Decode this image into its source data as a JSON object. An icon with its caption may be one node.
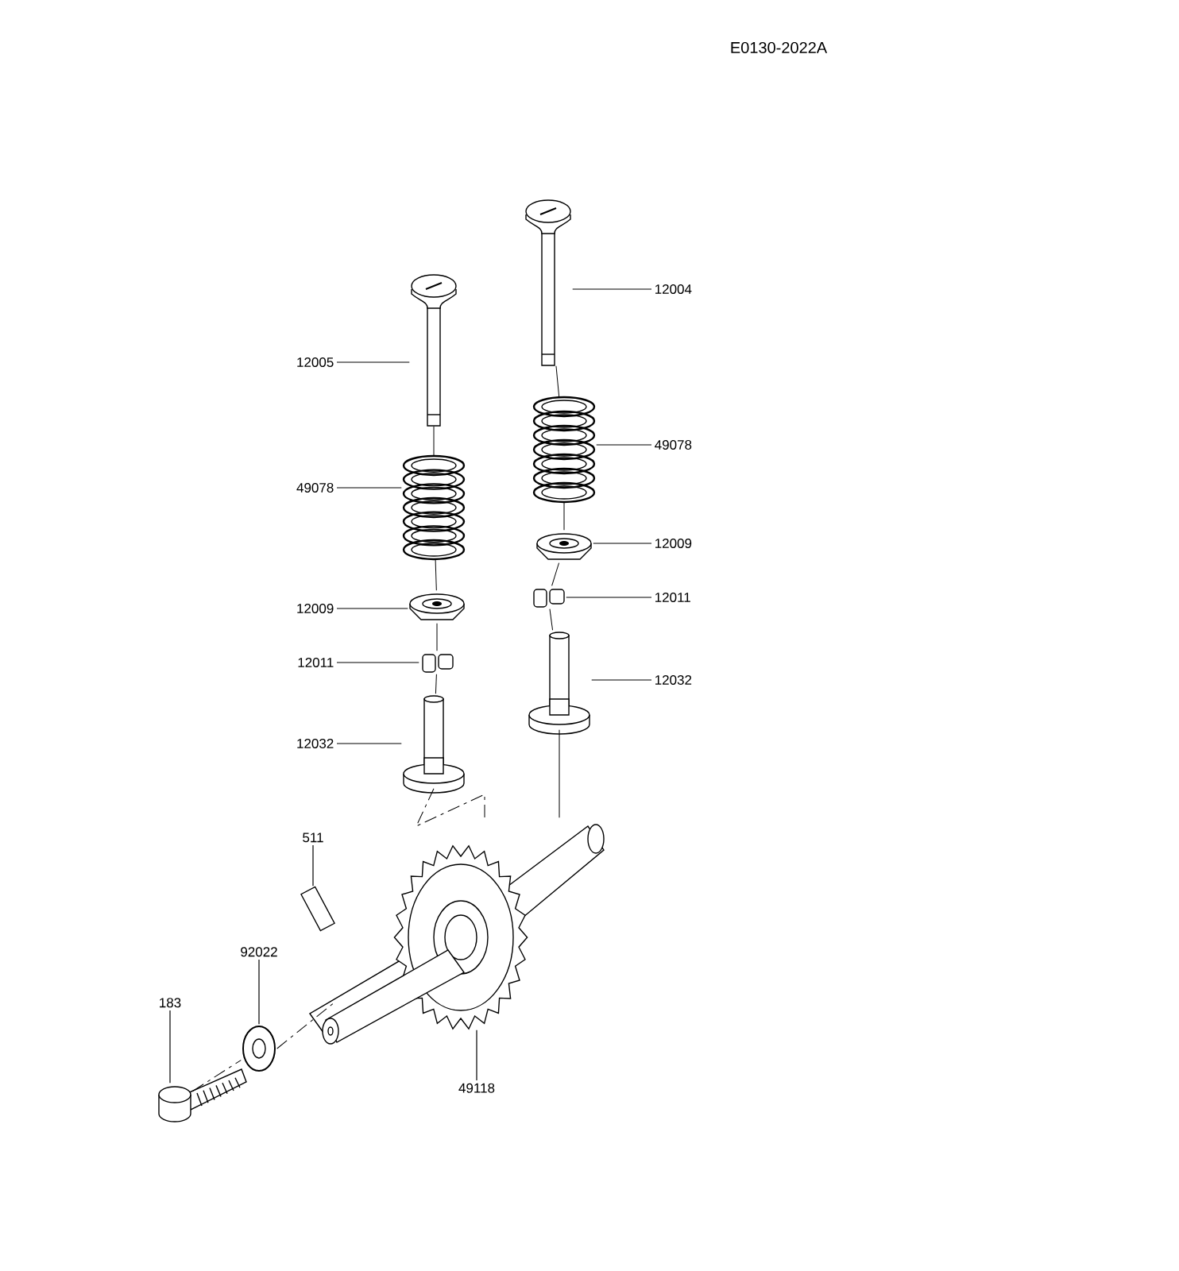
{
  "diagram": {
    "nodes": [
      {
        "text": [
          "12004"
        ]
      },
      {
        "text": [],
        "shape": "picture"
      },
      {
        "text": [
          "12005"
        ]
      },
      {
        "text": [],
        "shape": "picture"
      },
      {
        "text": [
          "49078"
        ]
      },
      {
        "text": [],
        "shape": "picture"
      },
      {
        "text": [
          "49078"
        ]
      },
      {
        "text": [],
        "shape": "picture"
      },
      {
        "text": [
          "12009"
        ]
      },
      {
        "text": [],
        "shape": "picture"
      },
      {
        "text": [
          "12011"
        ]
      },
      {
        "text": [],
        "shape": "picture"
      },
      {
        "text": [
          "12009"
        ]
      },
      {
        "text": [],
        "shape": "picture"
      },
      {
        "text": [
          "12011"
        ]
      },
      {
        "text": [],
        "shape": "picture"
      },
      {
        "text": [
          "12032"
        ]
      },
      {
        "text": [],
        "shape": "picture"
      },
      {
        "text": [
          "12032"
        ]
      },
      {
        "text": [],
        "shape": "picture"
      },
      {
        "text": [
          "511"
        ]
      },
      {
        "text": [],
        "shape": "picture"
      },
      {
        "text": [
          "92022"
        ]
      },
      {
        "text": [],
        "shape": "picture"
      },
      {
        "text": [
          "183"
        ]
      },
      {
        "text": [],
        "shape": "picture"
      },
      {
        "text": [
          "49118"
        ]
      },
      {
        "text": [],
        "shape": "picture"
      }
    ],
    "edges": [
      {
        "from": 0,
        "to": 1,
        "arrow": "none"
      },
      {
        "from": 2,
        "to": 3,
        "arrow": "none"
      },
      {
        "from": 4,
        "to": 5,
        "arrow": "none"
      },
      {
        "from": 6,
        "to": 7,
        "arrow": "none"
      },
      {
        "from": 8,
        "to": 9,
        "arrow": "none"
      },
      {
        "from": 10,
        "to": 11,
        "arrow": "none"
      },
      {
        "from": 12,
        "to": 13,
        "arrow": "none"
      },
      {
        "from": 14,
        "to": 15,
        "arrow": "none"
      },
      {
        "from": 16,
        "to": 17,
        "arrow": "none"
      },
      {
        "from": 18,
        "to": 19,
        "arrow": "none"
      },
      {
        "from": 20,
        "to": 21,
        "arrow": "none"
      },
      {
        "from": 22,
        "to": 23,
        "arrow": "none"
      },
      {
        "from": 24,
        "to": 25,
        "arrow": "none"
      },
      {
        "from": 26,
        "to": 27,
        "arrow": "none"
      },
      {
        "from": 1,
        "to": 5,
        "arrow": "none"
      },
      {
        "from": 5,
        "to": 9,
        "arrow": "none"
      },
      {
        "from": 9,
        "to": 11,
        "arrow": "none"
      },
      {
        "from": 11,
        "to": 17,
        "arrow": "none"
      },
      {
        "from": 17,
        "to": 27,
        "arrow": "none"
      },
      {
        "from": 3,
        "to": 7,
        "arrow": "none"
      },
      {
        "from": 7,
        "to": 13,
        "arrow": "none"
      },
      {
        "from": 13,
        "to": 15,
        "arrow": "none"
      },
      {
        "from": 15,
        "to": 19,
        "arrow": "none"
      },
      {
        "from": 19,
        "to": 27,
        "arrow": "none",
        "style": "dashed"
      },
      {
        "from": 25,
        "to": 23,
        "arrow": "none",
        "style": "dashed"
      },
      {
        "from": 23,
        "to": 27,
        "arrow": "none",
        "style": "dashed"
      }
    ],
    "labels": [
      "E0130-2022A"
    ]
  }
}
